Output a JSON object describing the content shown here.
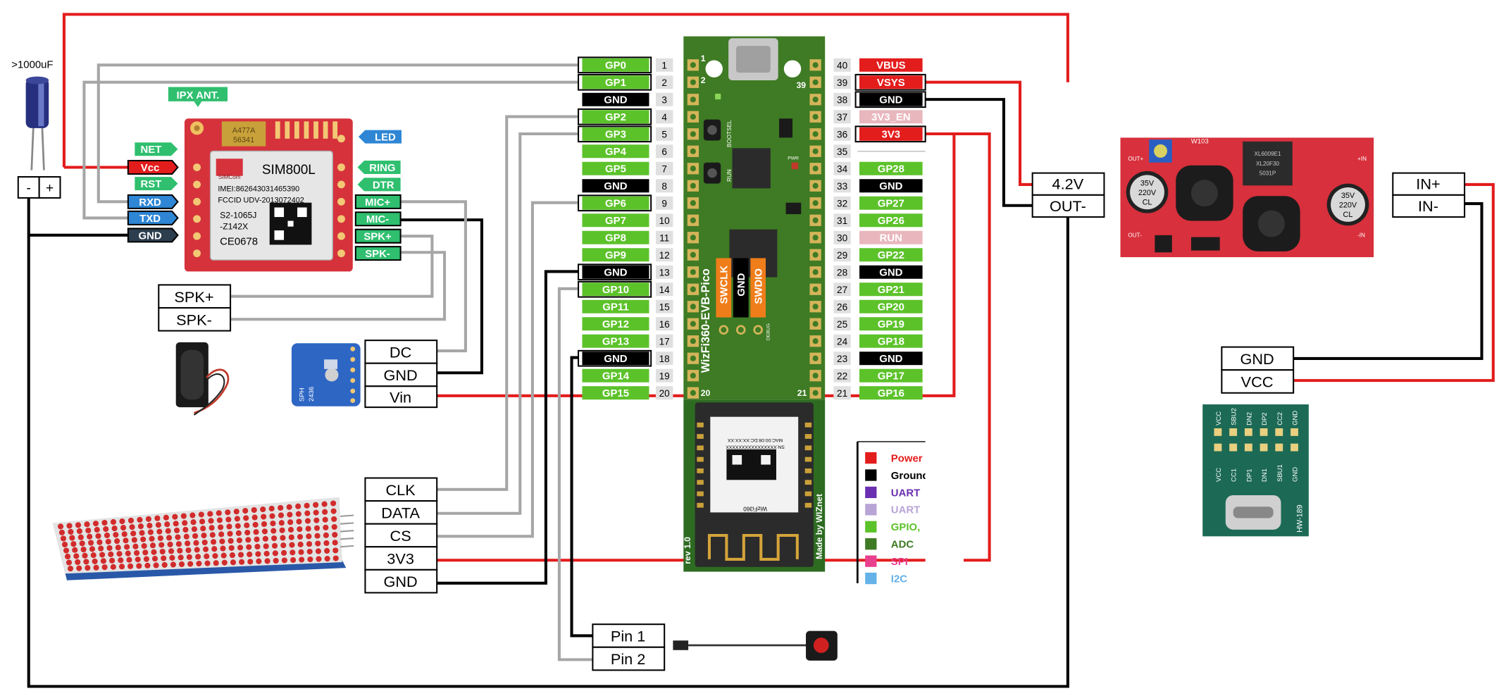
{
  "colors": {
    "power": "#e31c1c",
    "ground": "#000000",
    "gpio": "#5cc22a",
    "wire_gray": "#a6a6a6",
    "pin_pink": "#e8b7bd",
    "board": "#3e7b24",
    "chip": "#2b2b2b",
    "breakout_red": "#d6323c",
    "sensor_blue": "#2e66c4",
    "usb_board": "#1c6a55"
  },
  "capacitor": {
    "label": ">1000uF",
    "minus": "-",
    "plus": "+"
  },
  "sim800l": {
    "title": "SIM800L",
    "brand": "SIMCom",
    "line1": "IMEI:862643031465390",
    "line2": "FCCID UDV-2013072402",
    "line3": "S2-1065J",
    "line4": "-Z142X",
    "line5": "CE0678",
    "chip_top": "A477A",
    "chip_bottom": "56341",
    "ant": "IPX ANT.",
    "left_pins": [
      "NET",
      "Vcc",
      "RST",
      "RXD",
      "TXD",
      "GND"
    ],
    "right_pins": [
      "LED",
      "RING",
      "DTR",
      "MIC+",
      "MIC-",
      "SPK+",
      "SPK-"
    ]
  },
  "spk_labels": [
    "SPK+",
    "SPK-"
  ],
  "mic_labels": [
    "DC",
    "GND",
    "Vin"
  ],
  "mic_board": {
    "chip_label": "SPH",
    "code": "2436"
  },
  "matrix_labels": [
    "CLK",
    "DATA",
    "CS",
    "3V3",
    "GND"
  ],
  "button_labels": [
    "Pin 1",
    "Pin 2"
  ],
  "pico": {
    "left_pins": [
      {
        "n": "1",
        "label": "GP0",
        "type": "gpio"
      },
      {
        "n": "2",
        "label": "GP1",
        "type": "gpio"
      },
      {
        "n": "3",
        "label": "GND",
        "type": "gnd"
      },
      {
        "n": "4",
        "label": "GP2",
        "type": "gpio"
      },
      {
        "n": "5",
        "label": "GP3",
        "type": "gpio"
      },
      {
        "n": "6",
        "label": "GP4",
        "type": "gpio"
      },
      {
        "n": "7",
        "label": "GP5",
        "type": "gpio"
      },
      {
        "n": "8",
        "label": "GND",
        "type": "gnd"
      },
      {
        "n": "9",
        "label": "GP6",
        "type": "gpio"
      },
      {
        "n": "10",
        "label": "GP7",
        "type": "gpio"
      },
      {
        "n": "11",
        "label": "GP8",
        "type": "gpio"
      },
      {
        "n": "12",
        "label": "GP9",
        "type": "gpio"
      },
      {
        "n": "13",
        "label": "GND",
        "type": "gnd"
      },
      {
        "n": "14",
        "label": "GP10",
        "type": "gpio"
      },
      {
        "n": "15",
        "label": "GP11",
        "type": "gpio"
      },
      {
        "n": "16",
        "label": "GP12",
        "type": "gpio"
      },
      {
        "n": "17",
        "label": "GP13",
        "type": "gpio"
      },
      {
        "n": "18",
        "label": "GND",
        "type": "gnd"
      },
      {
        "n": "19",
        "label": "GP14",
        "type": "gpio"
      },
      {
        "n": "20",
        "label": "GP15",
        "type": "gpio"
      }
    ],
    "right_pins": [
      {
        "n": "40",
        "label": "VBUS",
        "type": "power"
      },
      {
        "n": "39",
        "label": "VSYS",
        "type": "power"
      },
      {
        "n": "38",
        "label": "GND",
        "type": "gnd"
      },
      {
        "n": "37",
        "label": "3V3_EN",
        "type": "pink"
      },
      {
        "n": "36",
        "label": "3V3",
        "type": "power"
      },
      {
        "n": "35",
        "label": "",
        "type": "none"
      },
      {
        "n": "34",
        "label": "GP28",
        "type": "gpio"
      },
      {
        "n": "33",
        "label": "GND",
        "type": "gnd"
      },
      {
        "n": "32",
        "label": "GP27",
        "type": "gpio"
      },
      {
        "n": "31",
        "label": "GP26",
        "type": "gpio"
      },
      {
        "n": "30",
        "label": "RUN",
        "type": "pink"
      },
      {
        "n": "29",
        "label": "GP22",
        "type": "gpio"
      },
      {
        "n": "28",
        "label": "GND",
        "type": "gnd"
      },
      {
        "n": "27",
        "label": "GP21",
        "type": "gpio"
      },
      {
        "n": "26",
        "label": "GP20",
        "type": "gpio"
      },
      {
        "n": "25",
        "label": "GP19",
        "type": "gpio"
      },
      {
        "n": "24",
        "label": "GP18",
        "type": "gpio"
      },
      {
        "n": "23",
        "label": "GND",
        "type": "gnd"
      },
      {
        "n": "22",
        "label": "GP17",
        "type": "gpio"
      },
      {
        "n": "21",
        "label": "GP16",
        "type": "gpio"
      }
    ],
    "board_name": "WizFi360-EVB-Pico",
    "swclk": "SWCLK",
    "gnd": "GND",
    "swdio": "SWDIO",
    "bootsel": "BOOTSEL",
    "run": "RUN",
    "pwr": "PWR",
    "debug": "DEBUG",
    "corner_1": "1",
    "corner_2": "2",
    "corner_39": "39",
    "corner_20": "20",
    "corner_21": "21",
    "rev": "rev 1.0",
    "made_by": "Made by WIZnet",
    "module_name": "WizFi360",
    "mac": "MAC:00:08:DC:XX:XX:XX",
    "sn": "SN:XXXXXXXXXXXXXXXX"
  },
  "legend": [
    {
      "label": "Power",
      "color": "#e31c1c"
    },
    {
      "label": "Ground",
      "color": "#000000"
    },
    {
      "label": "UART",
      "color": "#6a2fb0"
    },
    {
      "label": "UART",
      "color": "#b9a4d6"
    },
    {
      "label": "GPIO,",
      "color": "#5cc22a"
    },
    {
      "label": "ADC",
      "color": "#3e7b24"
    },
    {
      "label": "SPI",
      "color": "#e83f8f"
    },
    {
      "label": "I2C",
      "color": "#64b2e8"
    }
  ],
  "buck_labels": [
    "4.2V",
    "OUT-"
  ],
  "buck_board": {
    "left_cap_lines": [
      "35V",
      "220V",
      "CL"
    ],
    "right_cap_lines": [
      "35V",
      "220V",
      "CL"
    ],
    "reg_lines": [
      "XL6009E1",
      "XL20F30",
      "5031P"
    ],
    "pot": "W103",
    "out_plus": "OUT+",
    "in_plus": "+IN",
    "out_minus": "OUT-",
    "in_minus": "-IN"
  },
  "input_labels": [
    "IN+",
    "IN-"
  ],
  "usb_labels": [
    "GND",
    "VCC"
  ],
  "usb_board": {
    "top_pins": [
      "VCC",
      "SBU2",
      "DN2",
      "DP2",
      "CC2",
      "GND"
    ],
    "bottom_pins": [
      "VCC",
      "CC1",
      "DP1",
      "DN1",
      "SBU1",
      "GND"
    ],
    "name": "HW-189"
  }
}
